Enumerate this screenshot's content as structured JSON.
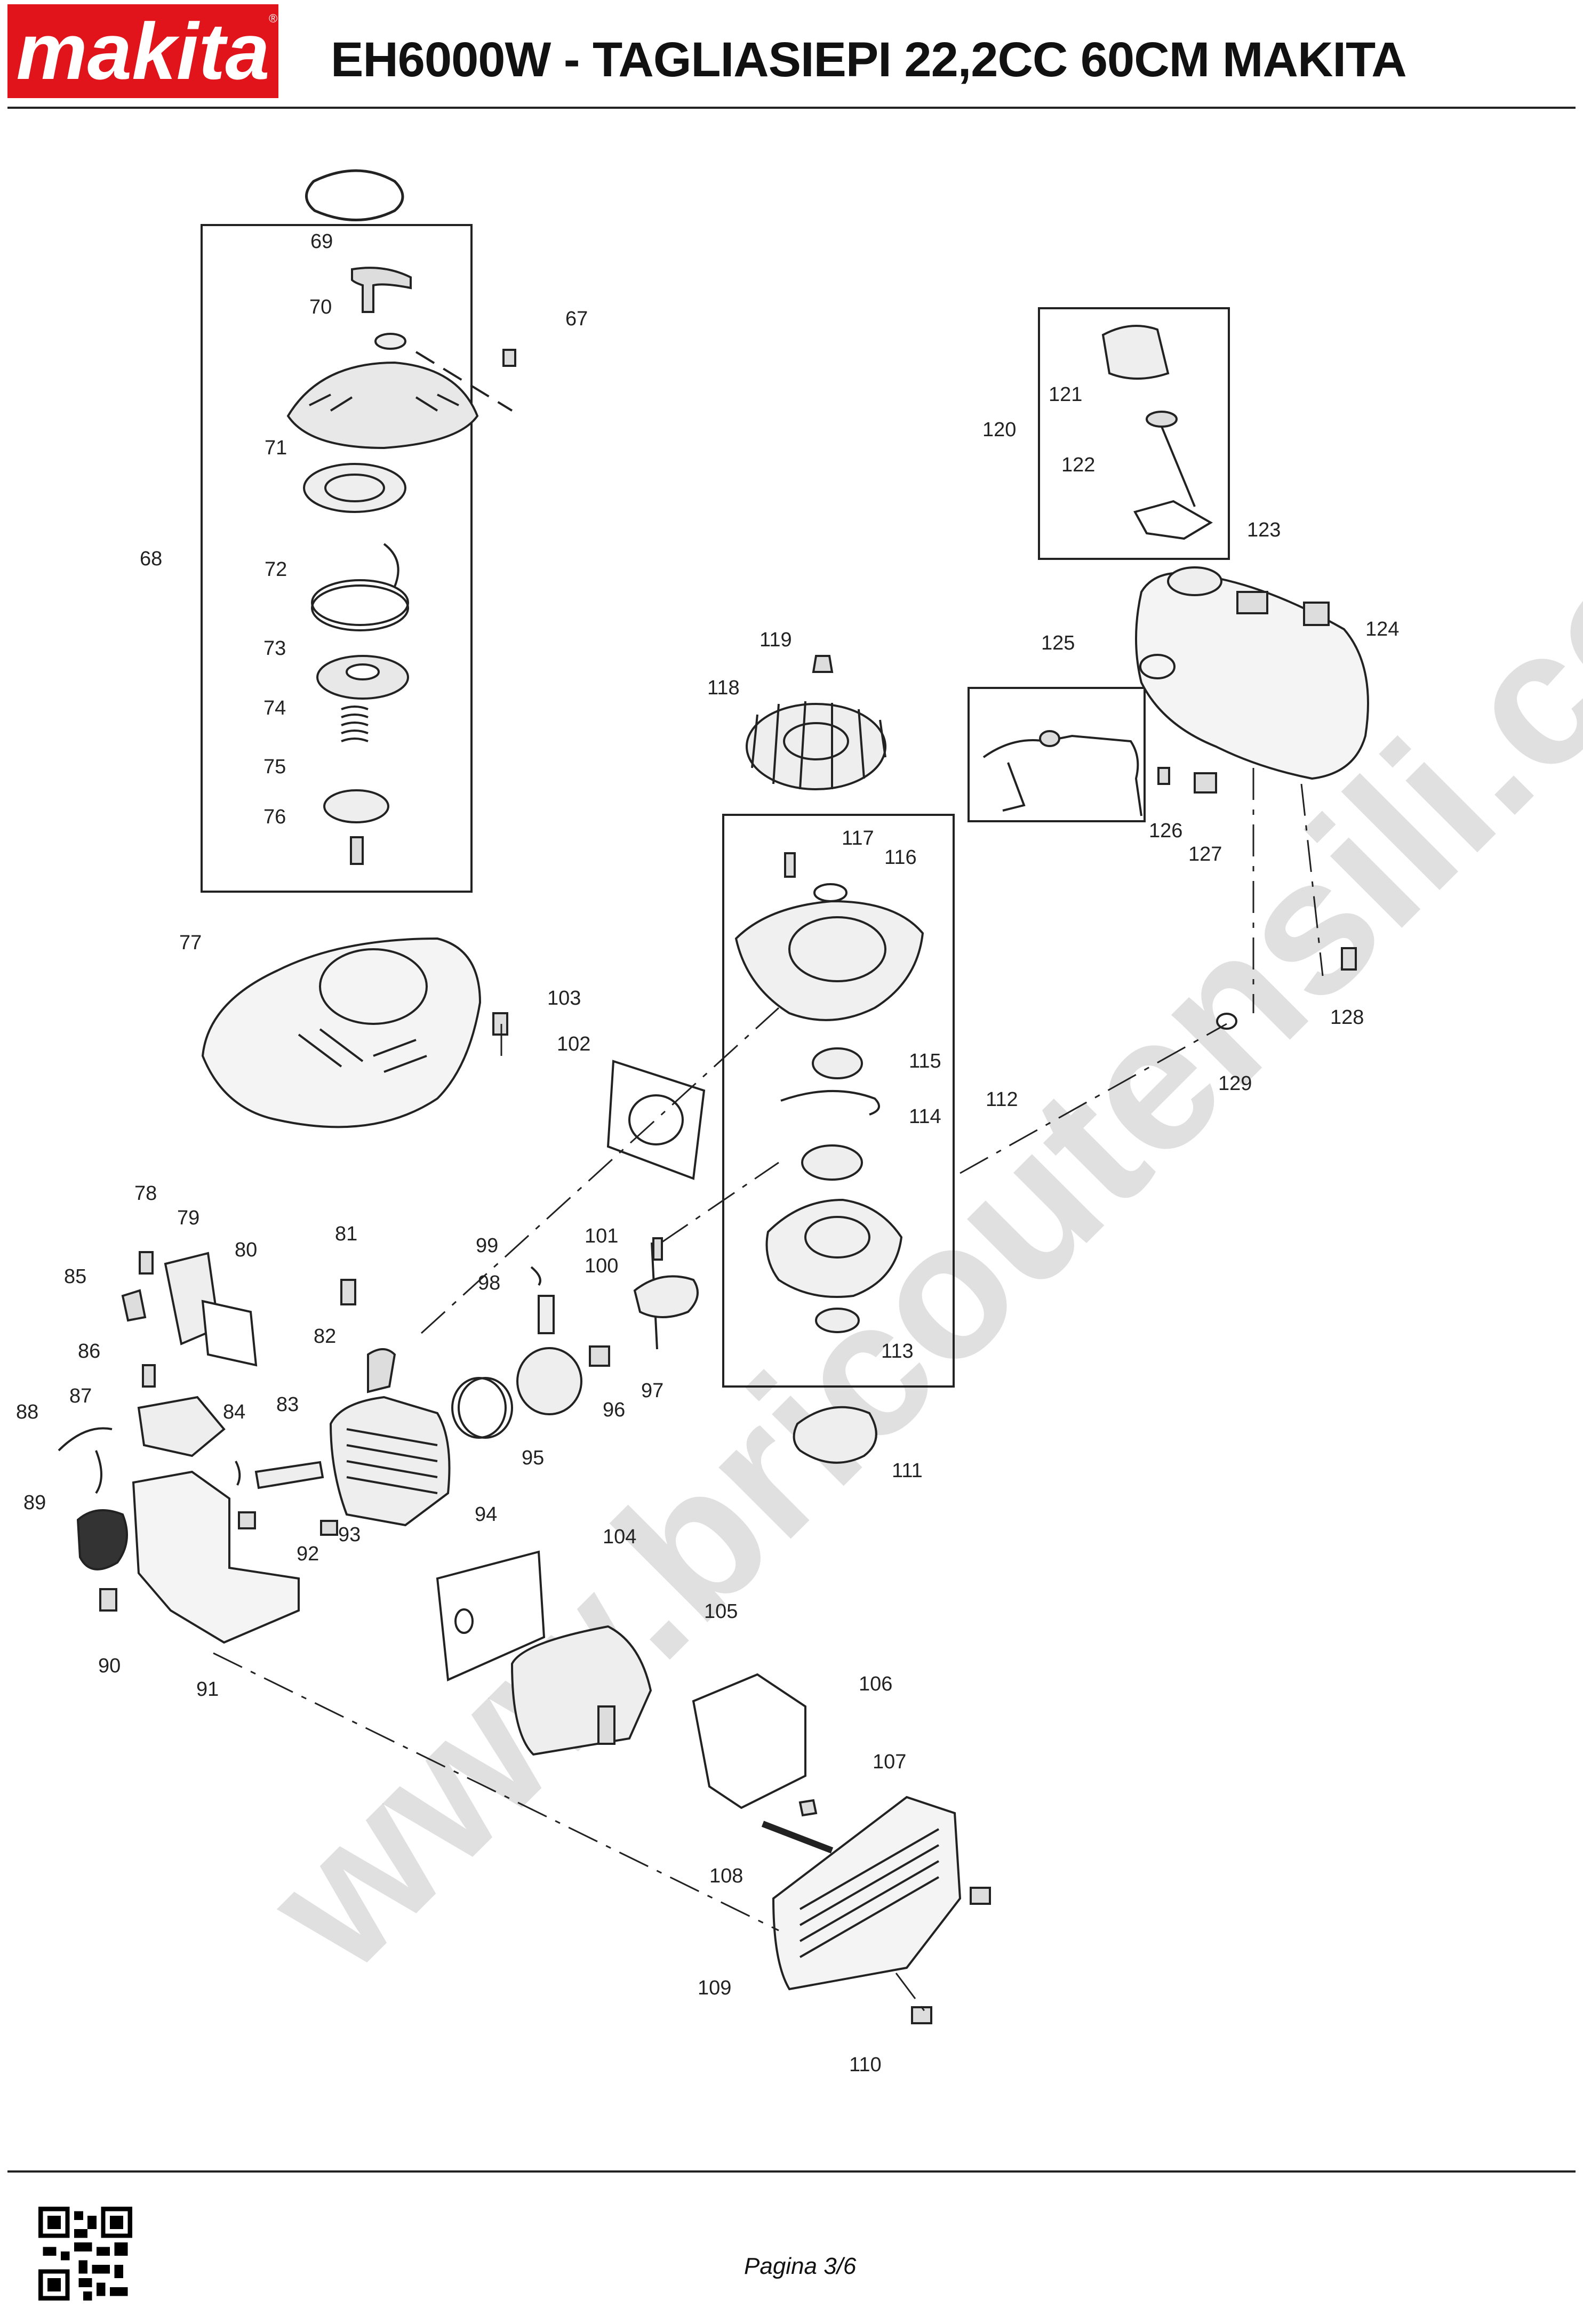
{
  "header": {
    "brand": "makita",
    "title": "EH6000W - TAGLIASIEPI 22,2CC 60CM MAKITA",
    "brand_color": "#e1141b"
  },
  "watermark": "www.bricoutensili.com",
  "footer": {
    "page": "Pagina 3/6",
    "qr_icon": "qr-code-icon"
  },
  "parts": [
    {
      "n": "67"
    },
    {
      "n": "68"
    },
    {
      "n": "69"
    },
    {
      "n": "70"
    },
    {
      "n": "71"
    },
    {
      "n": "72"
    },
    {
      "n": "73"
    },
    {
      "n": "74"
    },
    {
      "n": "75"
    },
    {
      "n": "76"
    },
    {
      "n": "77"
    },
    {
      "n": "78"
    },
    {
      "n": "79"
    },
    {
      "n": "80"
    },
    {
      "n": "81"
    },
    {
      "n": "82"
    },
    {
      "n": "83"
    },
    {
      "n": "84"
    },
    {
      "n": "85"
    },
    {
      "n": "86"
    },
    {
      "n": "87"
    },
    {
      "n": "88"
    },
    {
      "n": "89"
    },
    {
      "n": "90"
    },
    {
      "n": "91"
    },
    {
      "n": "92"
    },
    {
      "n": "93"
    },
    {
      "n": "94"
    },
    {
      "n": "95"
    },
    {
      "n": "96"
    },
    {
      "n": "97"
    },
    {
      "n": "98"
    },
    {
      "n": "99"
    },
    {
      "n": "100"
    },
    {
      "n": "101"
    },
    {
      "n": "102"
    },
    {
      "n": "103"
    },
    {
      "n": "104"
    },
    {
      "n": "105"
    },
    {
      "n": "106"
    },
    {
      "n": "107"
    },
    {
      "n": "108"
    },
    {
      "n": "109"
    },
    {
      "n": "110"
    },
    {
      "n": "111"
    },
    {
      "n": "112"
    },
    {
      "n": "113"
    },
    {
      "n": "114"
    },
    {
      "n": "115"
    },
    {
      "n": "116"
    },
    {
      "n": "117"
    },
    {
      "n": "118"
    },
    {
      "n": "119"
    },
    {
      "n": "120"
    },
    {
      "n": "121"
    },
    {
      "n": "122"
    },
    {
      "n": "123"
    },
    {
      "n": "124"
    },
    {
      "n": "125"
    },
    {
      "n": "126"
    },
    {
      "n": "127"
    },
    {
      "n": "128"
    },
    {
      "n": "129"
    }
  ]
}
